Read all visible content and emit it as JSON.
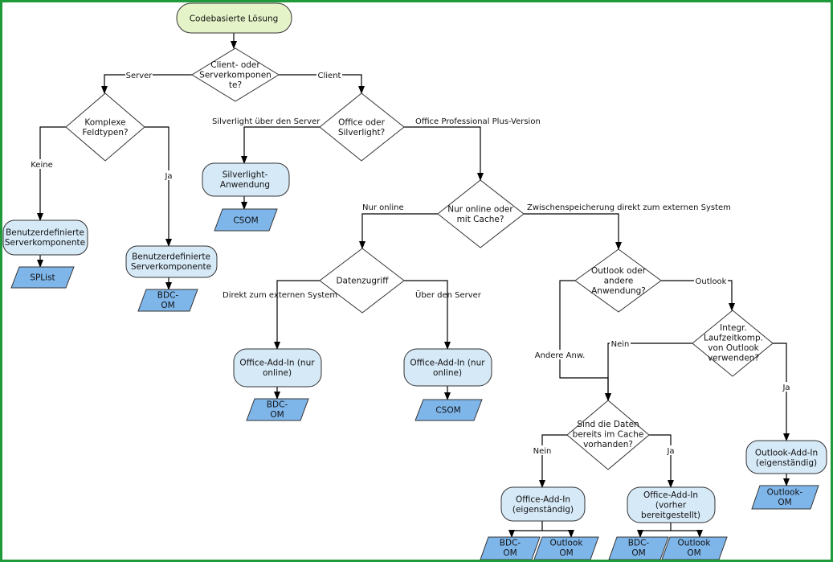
{
  "colors": {
    "border": "#1f9a3a",
    "start_fill": "#e5f4c8",
    "process_fill": "#d6e9f7",
    "data_fill": "#7fb6ea",
    "decision_fill": "#ffffff"
  },
  "nodes": {
    "start": {
      "lines": [
        "Codebasierte Lösung"
      ]
    },
    "d_client_server": {
      "lines": [
        "Client- oder",
        "Serverkomponen",
        "te?"
      ]
    },
    "d_komplexe": {
      "lines": [
        "Komplexe",
        "Feldtypen?"
      ]
    },
    "p_benutzer1": {
      "lines": [
        "Benutzerdefinierte",
        "Serverkomponente"
      ]
    },
    "io_splist": {
      "lines": [
        "SPList"
      ]
    },
    "p_benutzer2": {
      "lines": [
        "Benutzerdefinierte",
        "Serverkomponente"
      ]
    },
    "io_bdc1": {
      "lines": [
        "BDC-",
        "OM"
      ]
    },
    "d_office_silverlight": {
      "lines": [
        "Office oder",
        "Silverlight?"
      ]
    },
    "p_silverlight": {
      "lines": [
        "Silverlight-",
        "Anwendung"
      ]
    },
    "io_csom1": {
      "lines": [
        "CSOM"
      ]
    },
    "d_nur_online": {
      "lines": [
        "Nur online oder",
        "mit Cache?"
      ]
    },
    "d_datenzugriff": {
      "lines": [
        "Datenzugriff"
      ]
    },
    "p_addin_online1": {
      "lines": [
        "Office-Add-In (nur",
        "online)"
      ]
    },
    "io_bdc2": {
      "lines": [
        "BDC-",
        "OM"
      ]
    },
    "p_addin_online2": {
      "lines": [
        "Office-Add-In (nur",
        "online)"
      ]
    },
    "io_csom2": {
      "lines": [
        "CSOM"
      ]
    },
    "d_outlook_andere": {
      "lines": [
        "Outlook oder",
        "andere",
        "Anwendung?"
      ]
    },
    "d_integr": {
      "lines": [
        "Integr.",
        "Laufzeitkomp.",
        "von Outlook",
        "verwenden?"
      ]
    },
    "d_cache": {
      "lines": [
        "Sind die Daten",
        "bereits im Cache",
        "vorhanden?"
      ]
    },
    "p_addin_eigen": {
      "lines": [
        "Office-Add-In",
        "(eigenständig)"
      ]
    },
    "io_bdc3": {
      "lines": [
        "BDC-",
        "OM"
      ]
    },
    "io_outlook1": {
      "lines": [
        "Outlook",
        "OM"
      ]
    },
    "p_addin_vorher": {
      "lines": [
        "Office-Add-In",
        "(vorher",
        "bereitgestellt)"
      ]
    },
    "io_bdc4": {
      "lines": [
        "BDC-",
        "OM"
      ]
    },
    "io_outlook2": {
      "lines": [
        "Outlook",
        "OM"
      ]
    },
    "p_outlook_addin": {
      "lines": [
        "Outlook-Add-In",
        "(eigenständig)"
      ]
    },
    "io_outlook3": {
      "lines": [
        "Outlook-",
        "OM"
      ]
    }
  },
  "edges": {
    "server": "Server",
    "client": "Client",
    "keine": "Keine",
    "ja1": "Ja",
    "silverlight_server": "Silverlight über den Server",
    "office_pro": "Office Professional Plus-Version",
    "nur_online": "Nur online",
    "zwischen": "Zwischenspeicherung direkt zum externen System",
    "direkt": "Direkt zum externen System",
    "ueber_server": "Über den Server",
    "outlook": "Outlook",
    "andere_anw": "Andere Anw.",
    "nein1": "Nein",
    "ja2": "Ja",
    "nein2": "Nein",
    "ja3": "Ja"
  }
}
